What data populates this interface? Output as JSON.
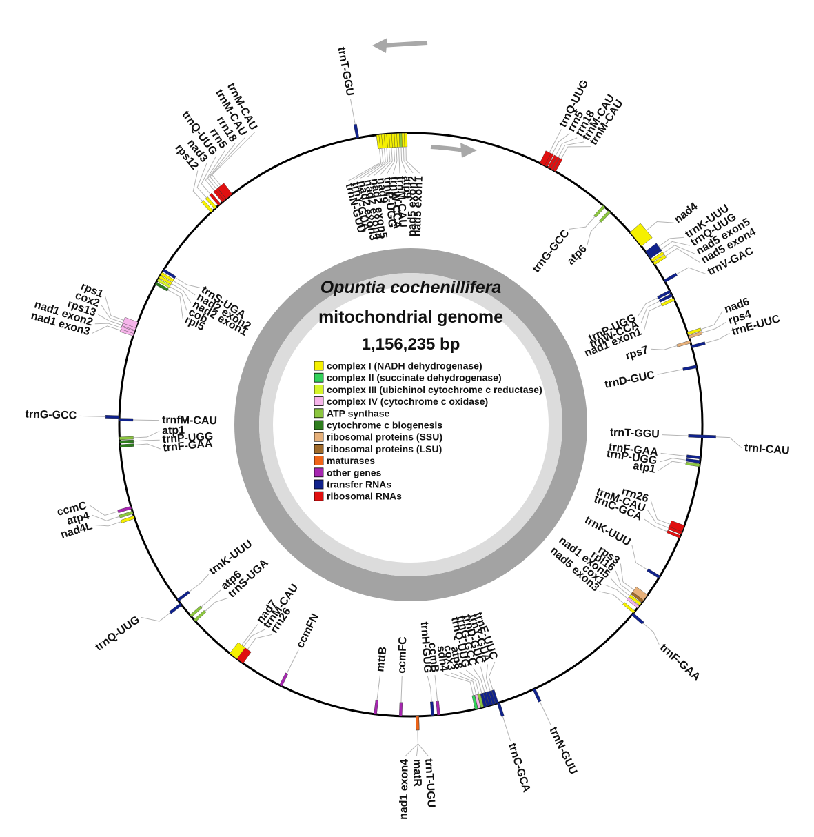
{
  "title": {
    "species": "Opuntia cochenillifera",
    "line2": "mitochondrial genome",
    "size": "1,156,235 bp"
  },
  "legend": [
    {
      "label": "complex I (NADH dehydrogenase)",
      "color": "#f5f000"
    },
    {
      "label": "complex II (succinate dehydrogenase)",
      "color": "#32d15a"
    },
    {
      "label": "complex III (ubichinol cytochrome c reductase)",
      "color": "#d6f52a"
    },
    {
      "label": "complex IV (cytochrome c oxidase)",
      "color": "#f6b4ea"
    },
    {
      "label": "ATP synthase",
      "color": "#8cc63f"
    },
    {
      "label": "cytochrome c biogenesis",
      "color": "#2e7d1e"
    },
    {
      "label": "ribosomal proteins (SSU)",
      "color": "#e6b07a"
    },
    {
      "label": "ribosomal proteins (LSU)",
      "color": "#a06a2a"
    },
    {
      "label": "maturases",
      "color": "#f06418"
    },
    {
      "label": "other genes",
      "color": "#a626b0"
    },
    {
      "label": "transfer RNAs",
      "color": "#10228c"
    },
    {
      "label": "ribosomal RNAs",
      "color": "#e01010"
    }
  ],
  "genes": [
    {
      "id": "trnQ-UUG-1",
      "name": "trnQ-UUG",
      "side": "out",
      "color": "#e01010"
    },
    {
      "id": "rrn5-1",
      "name": "rrn5",
      "side": "out",
      "color": "#e01010"
    },
    {
      "id": "rrn18-1",
      "name": "rrn18",
      "side": "out",
      "color": "#e01010"
    },
    {
      "id": "trnM-CAU-1",
      "name": "trnM-CAU",
      "side": "out",
      "color": "#e01010"
    },
    {
      "id": "trnM-CAU-2",
      "name": "trnM-CAU",
      "side": "out",
      "color": "#e01010"
    },
    {
      "id": "trnG-GCC-1",
      "name": "trnG-GCC",
      "side": "in",
      "color": "#8cc63f"
    },
    {
      "id": "atp6-1",
      "name": "atp6",
      "side": "in",
      "color": "#8cc63f"
    },
    {
      "id": "nad4",
      "name": "nad4",
      "side": "out",
      "color": "#f5f000"
    },
    {
      "id": "trnK-UUU-1",
      "name": "trnK-UUU",
      "side": "out",
      "color": "#10228c"
    },
    {
      "id": "trnQ-UUG-2",
      "name": "trnQ-UUG",
      "side": "out",
      "color": "#10228c"
    },
    {
      "id": "nad5-exon5",
      "name": "nad5 exon5",
      "side": "out",
      "color": "#f5f000"
    },
    {
      "id": "nad5-exon4",
      "name": "nad5 exon4",
      "side": "out",
      "color": "#f5f000"
    },
    {
      "id": "trnV-GAC",
      "name": "trnV-GAC",
      "side": "out",
      "color": "#10228c"
    },
    {
      "id": "trnP-UGG-1",
      "name": "trnP-UGG",
      "side": "in",
      "color": "#10228c"
    },
    {
      "id": "trnW-CCA-1",
      "name": "trnW-CCA",
      "side": "in",
      "color": "#10228c"
    },
    {
      "id": "nad1-exon1",
      "name": "nad1 exon1",
      "side": "in",
      "color": "#f5f000"
    },
    {
      "id": "nad6",
      "name": "nad6",
      "side": "out",
      "color": "#f5f000"
    },
    {
      "id": "rps4",
      "name": "rps4",
      "side": "out",
      "color": "#e6b07a"
    },
    {
      "id": "rps7",
      "name": "rps7",
      "side": "in",
      "color": "#e6b07a"
    },
    {
      "id": "trnE-UUC-1",
      "name": "trnE-UUC",
      "side": "out",
      "color": "#10228c"
    },
    {
      "id": "trnD-GUC-1",
      "name": "trnD-GUC",
      "side": "in",
      "color": "#10228c"
    },
    {
      "id": "trnI-CAU",
      "name": "trnI-CAU",
      "side": "out",
      "color": "#10228c"
    },
    {
      "id": "trnT-GGU-2",
      "name": "trnT-GGU",
      "side": "in",
      "color": "#10228c"
    },
    {
      "id": "trnF-GAA-1",
      "name": "trnF-GAA",
      "side": "in",
      "color": "#10228c"
    },
    {
      "id": "trnP-UGG-2",
      "name": "trnP-UGG",
      "side": "in",
      "color": "#10228c"
    },
    {
      "id": "atp1-1",
      "name": "atp1",
      "side": "in",
      "color": "#8cc63f"
    },
    {
      "id": "rrn26-1",
      "name": "rrn26",
      "side": "in",
      "color": "#e01010"
    },
    {
      "id": "trnM-CAU-3",
      "name": "trnM-CAU",
      "side": "in",
      "color": "#e01010"
    },
    {
      "id": "trnC-GCA-1",
      "name": "trnC-GCA",
      "side": "in",
      "color": "#e01010"
    },
    {
      "id": "trnK-UUU-2",
      "name": "trnK-UUU",
      "side": "in",
      "color": "#10228c"
    },
    {
      "id": "rps3",
      "name": "rps3",
      "side": "in",
      "color": "#e6b07a"
    },
    {
      "id": "rpl16",
      "name": "rpl16",
      "side": "in",
      "color": "#a06a2a"
    },
    {
      "id": "nad1-exon5",
      "name": "nad1 exon5",
      "side": "in",
      "color": "#f5f000"
    },
    {
      "id": "cox1",
      "name": "cox1",
      "side": "in",
      "color": "#f6b4ea"
    },
    {
      "id": "nad5-exon3",
      "name": "nad5 exon3",
      "side": "in",
      "color": "#f5f000"
    },
    {
      "id": "trnF-GAA-2",
      "name": "trnF-GAA",
      "side": "out",
      "color": "#10228c"
    },
    {
      "id": "trnN-GUU-1",
      "name": "trnN-GUU",
      "side": "out",
      "color": "#10228c"
    },
    {
      "id": "trnC-GCA-2",
      "name": "trnC-GCA",
      "side": "out",
      "color": "#10228c"
    },
    {
      "id": "trnE-UUC-2",
      "name": "trnE-UUC",
      "side": "in",
      "color": "#10228c"
    },
    {
      "id": "trnY-GUA-1",
      "name": "trnY-GUA",
      "side": "in",
      "color": "#10228c"
    },
    {
      "id": "trnD-GUC-2",
      "name": "trnD-GUC",
      "side": "in",
      "color": "#10228c"
    },
    {
      "id": "trnG-GCC-2",
      "name": "trnG-GCC",
      "side": "in",
      "color": "#10228c"
    },
    {
      "id": "trnQ-UUG-3",
      "name": "trnQ-UUG",
      "side": "in",
      "color": "#10228c"
    },
    {
      "id": "atp8",
      "name": "atp8",
      "side": "in",
      "color": "#8cc63f"
    },
    {
      "id": "cox3",
      "name": "cox3",
      "side": "in",
      "color": "#f6b4ea"
    },
    {
      "id": "sdh4",
      "name": "sdh4",
      "side": "in",
      "color": "#32d15a"
    },
    {
      "id": "ccmB",
      "name": "ccmB",
      "side": "in",
      "color": "#a626b0"
    },
    {
      "id": "trnH-GUG",
      "name": "trnH-GUG",
      "side": "in",
      "color": "#10228c"
    },
    {
      "id": "trnT-UGU",
      "name": "trnT-UGU",
      "side": "out",
      "color": "#f06418"
    },
    {
      "id": "matR",
      "name": "matR",
      "side": "out",
      "color": "#f06418"
    },
    {
      "id": "nad1-exon4",
      "name": "nad1 exon4",
      "side": "out",
      "color": "#f06418"
    },
    {
      "id": "ccmFC",
      "name": "ccmFC",
      "side": "in",
      "color": "#a626b0"
    },
    {
      "id": "mttB",
      "name": "mttB",
      "side": "in",
      "color": "#a626b0"
    },
    {
      "id": "ccmFN",
      "name": "ccmFN",
      "side": "in",
      "color": "#a626b0"
    },
    {
      "id": "rrn26-2",
      "name": "rrn26",
      "side": "in",
      "color": "#e01010"
    },
    {
      "id": "trnM-CAU-4",
      "name": "trnM-CAU",
      "side": "in",
      "color": "#e01010"
    },
    {
      "id": "nad7",
      "name": "nad7",
      "side": "in",
      "color": "#f5f000"
    },
    {
      "id": "trnS-UGA-1",
      "name": "trnS-UGA",
      "side": "in",
      "color": "#8cc63f"
    },
    {
      "id": "atp6-2",
      "name": "atp6",
      "side": "in",
      "color": "#8cc63f"
    },
    {
      "id": "trnQ-UUG-4",
      "name": "trnQ-UUG",
      "side": "out",
      "color": "#10228c"
    },
    {
      "id": "trnK-UUU-3",
      "name": "trnK-UUU",
      "side": "in",
      "color": "#10228c"
    },
    {
      "id": "ccmC",
      "name": "ccmC",
      "side": "out",
      "color": "#a626b0"
    },
    {
      "id": "atp4",
      "name": "atp4",
      "side": "out",
      "color": "#8cc63f"
    },
    {
      "id": "nad4L",
      "name": "nad4L",
      "side": "out",
      "color": "#f5f000"
    },
    {
      "id": "trnF-GAA-3",
      "name": "trnF-GAA",
      "side": "in",
      "color": "#2e7d1e"
    },
    {
      "id": "trnP-UGG-3",
      "name": "trnP-UGG",
      "side": "in",
      "color": "#2e7d1e"
    },
    {
      "id": "atp1-2",
      "name": "atp1",
      "side": "in",
      "color": "#8cc63f"
    },
    {
      "id": "trnfM-CAU",
      "name": "trnfM-CAU",
      "side": "in",
      "color": "#10228c"
    },
    {
      "id": "trnG-GCC-3",
      "name": "trnG-GCC",
      "side": "out",
      "color": "#10228c"
    },
    {
      "id": "nad1-exon3",
      "name": "nad1 exon3",
      "side": "out",
      "color": "#f6b4ea"
    },
    {
      "id": "nad1-exon2",
      "name": "nad1 exon2",
      "side": "out",
      "color": "#f6b4ea"
    },
    {
      "id": "rps13",
      "name": "rps13",
      "side": "out",
      "color": "#f6b4ea"
    },
    {
      "id": "cox2",
      "name": "cox2",
      "side": "out",
      "color": "#f6b4ea"
    },
    {
      "id": "rps1",
      "name": "rps1",
      "side": "out",
      "color": "#f6b4ea"
    },
    {
      "id": "rpl5",
      "name": "rpl5",
      "side": "in",
      "color": "#2e7d1e"
    },
    {
      "id": "cob",
      "name": "cob",
      "side": "in",
      "color": "#d6f52a"
    },
    {
      "id": "nad2-exon1",
      "name": "nad2 exon1",
      "side": "in",
      "color": "#f5f000"
    },
    {
      "id": "nad2-exon2",
      "name": "nad2 exon2",
      "side": "in",
      "color": "#f5f000"
    },
    {
      "id": "trnS-UGA-2",
      "name": "trnS-UGA",
      "side": "in",
      "color": "#10228c"
    },
    {
      "id": "rps12",
      "name": "rps12",
      "side": "out",
      "color": "#f5f000"
    },
    {
      "id": "nad3",
      "name": "nad3",
      "side": "out",
      "color": "#f5f000"
    },
    {
      "id": "trnQ-UUG-5",
      "name": "trnQ-UUG",
      "side": "out",
      "color": "#e01010"
    },
    {
      "id": "rrn5-2",
      "name": "rrn5",
      "side": "out",
      "color": "#e01010"
    },
    {
      "id": "rrn18-2",
      "name": "rrn18",
      "side": "out",
      "color": "#e01010"
    },
    {
      "id": "trnM-CAU-5",
      "name": "trnM-CAU",
      "side": "out",
      "color": "#e01010"
    },
    {
      "id": "trnM-CAU-6",
      "name": "trnM-CAU",
      "side": "out",
      "color": "#e01010"
    },
    {
      "id": "trnN-GUU-2",
      "name": "trnN-GUU",
      "side": "in",
      "color": "#f5f000"
    },
    {
      "id": "trnY-GUA-2",
      "name": "trnY-GUA",
      "side": "in",
      "color": "#f5f000"
    },
    {
      "id": "nad2-exon3",
      "name": "nad2 exon3",
      "side": "in",
      "color": "#f5f000"
    },
    {
      "id": "nad2-exon4",
      "name": "nad2 exon4",
      "side": "in",
      "color": "#f5f000"
    },
    {
      "id": "nad2-exon5",
      "name": "nad2 exon5",
      "side": "in",
      "color": "#f5f000"
    },
    {
      "id": "nad9",
      "name": "nad9",
      "side": "in",
      "color": "#f5f000"
    },
    {
      "id": "trnP-UGG-4",
      "name": "trnP-UGG",
      "side": "in",
      "color": "#f5f000"
    },
    {
      "id": "trnW-CCA-2",
      "name": "trnW-CCA",
      "side": "in",
      "color": "#f5f000"
    },
    {
      "id": "trnM-CAU-7",
      "name": "trnM-CAU",
      "side": "in",
      "color": "#f5f000"
    },
    {
      "id": "atp9",
      "name": "atp9",
      "side": "in",
      "color": "#8cc63f"
    },
    {
      "id": "nad5-exon2",
      "name": "nad5 exon2",
      "side": "in",
      "color": "#f5f000"
    },
    {
      "id": "nad5-exon1",
      "name": "nad5 exon1",
      "side": "in",
      "color": "#f5f000"
    },
    {
      "id": "trnT-GGU-1",
      "name": "trnT-GGU",
      "side": "out",
      "color": "#10228c"
    }
  ]
}
